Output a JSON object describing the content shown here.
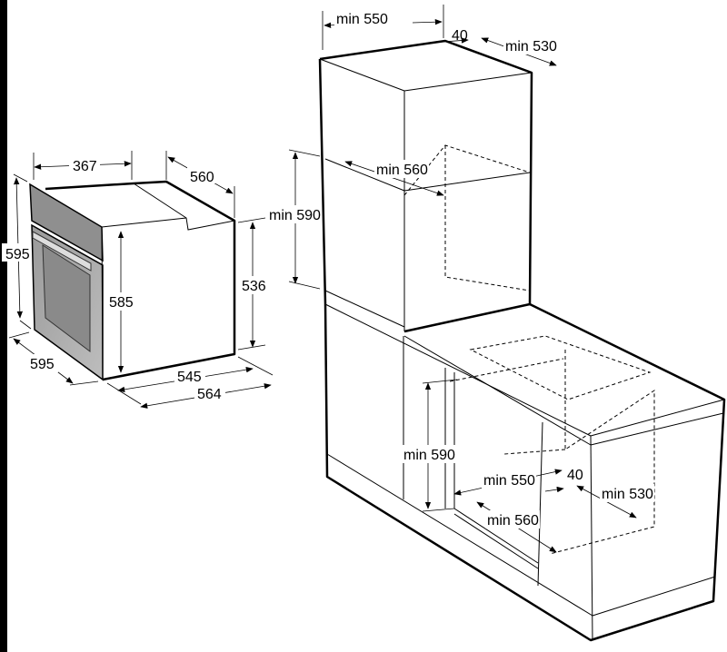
{
  "oven": {
    "labels": {
      "top_depth_front": "367",
      "top_depth": "560",
      "height": "595",
      "width": "595",
      "inner_height": "585",
      "side_height": "536",
      "side_depth": "545",
      "total_depth": "564"
    }
  },
  "tall_cabinet": {
    "labels": {
      "min_width_top": "min 550",
      "gap": "40",
      "min_depth_top": "min 530",
      "min_depth": "min 560",
      "min_height": "min 590"
    }
  },
  "under_counter": {
    "labels": {
      "min_height": "min 590",
      "min_width": "min 550",
      "gap": "40",
      "min_depth_side": "min 530",
      "min_depth": "min 560"
    }
  }
}
